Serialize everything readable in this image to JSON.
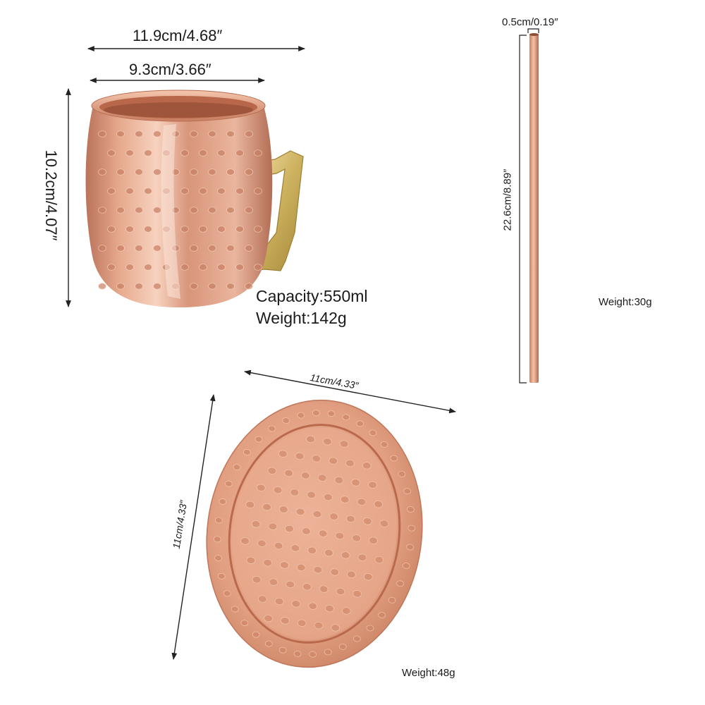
{
  "mug": {
    "width_top": "11.9cm/4.68″",
    "width_rim": "9.3cm/3.66″",
    "height": "10.2cm/4.07″",
    "capacity": "Capacity:550ml",
    "weight": "Weight:142g"
  },
  "straw": {
    "diameter": "0.5cm/0.19″",
    "length": "22.6cm/8.89″",
    "weight": "Weight:30g"
  },
  "coaster": {
    "width": "11cm/4.33″",
    "height": "11cm/4.33″",
    "weight": "Weight:48g"
  },
  "colors": {
    "copper": "#d9906f",
    "copper_dark": "#b56a4d",
    "copper_light": "#f3c5ad",
    "brass": "#d9c27a",
    "line": "#222222"
  }
}
